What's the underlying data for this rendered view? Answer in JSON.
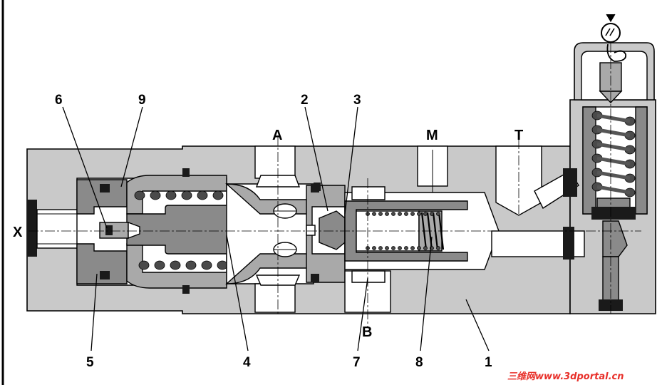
{
  "diagram": {
    "port_labels": {
      "x": "X",
      "a": "A",
      "m": "M",
      "t": "T",
      "b": "B"
    },
    "part_labels": {
      "p6": "6",
      "p9": "9",
      "p2": "2",
      "p3": "3",
      "p5": "5",
      "p4": "4",
      "p7": "7",
      "p8": "8",
      "p1": "1"
    },
    "watermark": "三维网www.3dportal.cn"
  }
}
